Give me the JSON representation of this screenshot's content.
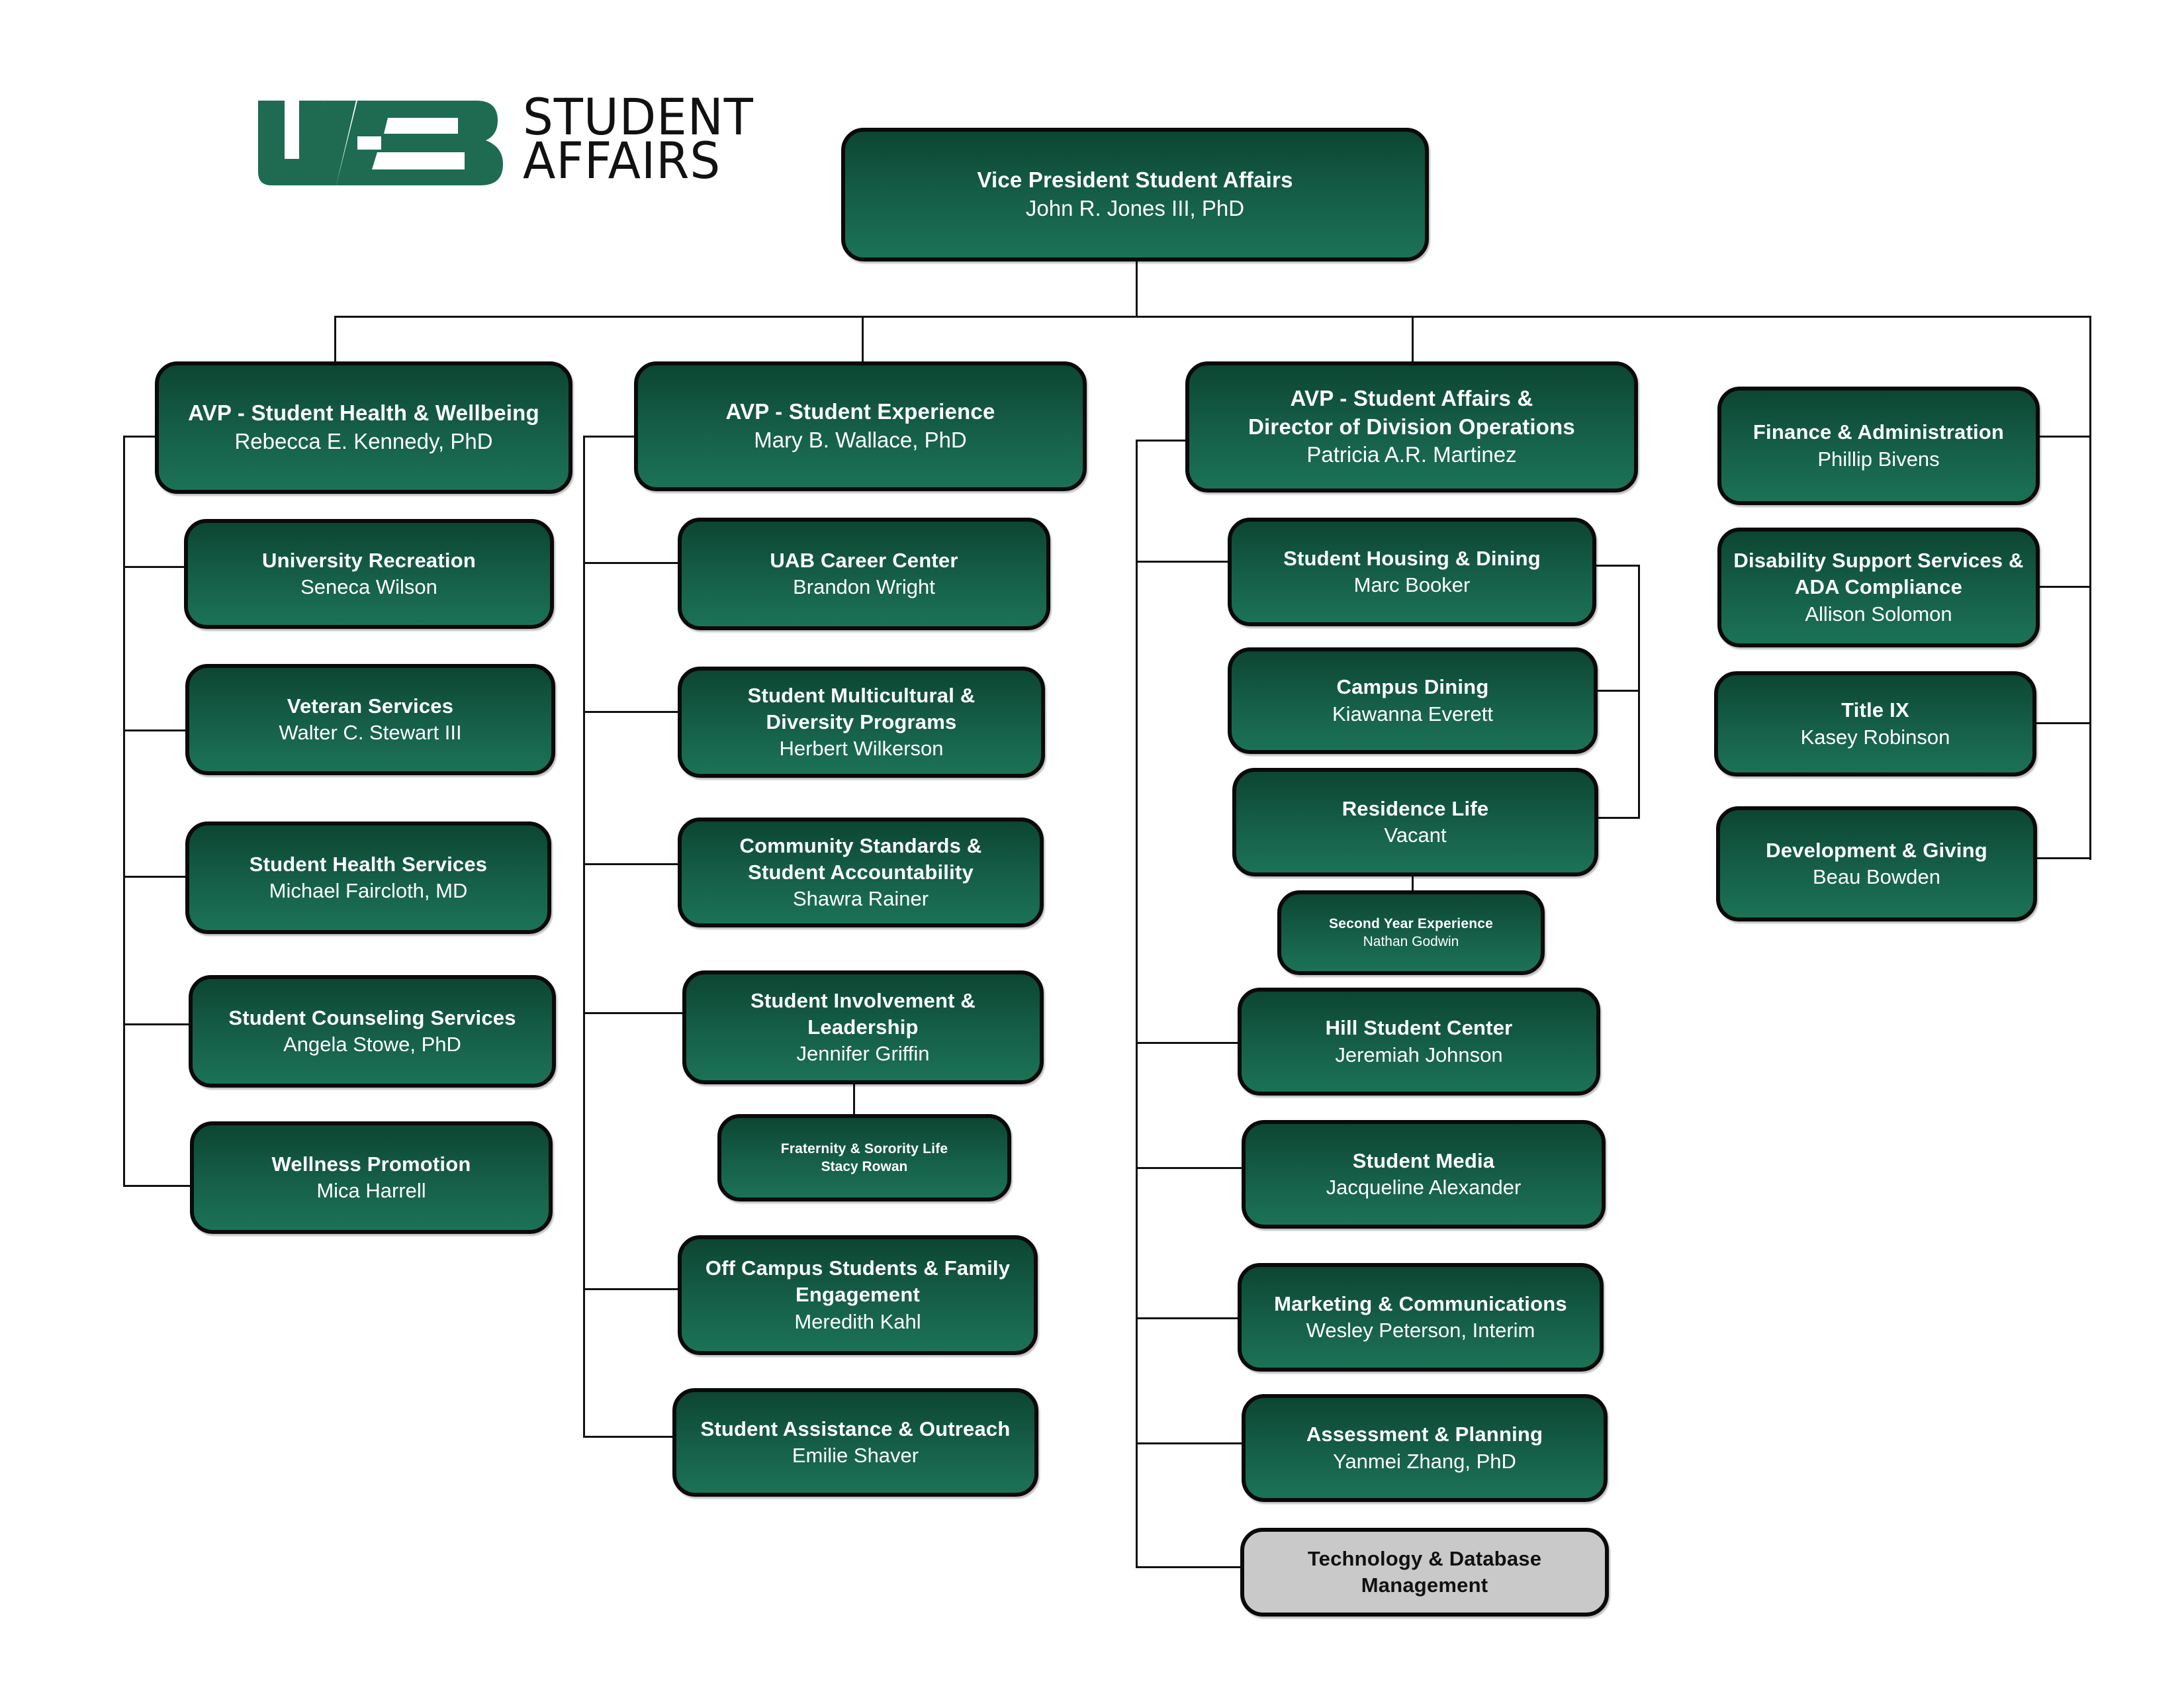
{
  "logo": {
    "mark_text": "UAB",
    "word_line1": "STUDENT",
    "word_line2": "AFFAIRS",
    "brand_color": "#1e6b52"
  },
  "colors": {
    "box_gradient_top": "#0c4632",
    "box_gradient_bottom": "#1b7256",
    "box_border": "#0a0a0a",
    "grey_box": "#c9c9c9",
    "connector": "#111111"
  },
  "vp": {
    "title": "Vice President Student Affairs",
    "name": "John R. Jones III, PhD"
  },
  "columns": [
    {
      "head": {
        "title": "AVP - Student Health & Wellbeing",
        "name": "Rebecca E. Kennedy, PhD"
      },
      "units": [
        {
          "title": "University Recreation",
          "name": "Seneca Wilson"
        },
        {
          "title": "Veteran Services",
          "name": "Walter C. Stewart III"
        },
        {
          "title": "Student Health Services",
          "name": "Michael Faircloth, MD"
        },
        {
          "title": "Student Counseling Services",
          "name": "Angela Stowe, PhD"
        },
        {
          "title": "Wellness Promotion",
          "name": "Mica Harrell"
        }
      ]
    },
    {
      "head": {
        "title": "AVP - Student Experience",
        "name": "Mary B. Wallace, PhD"
      },
      "units": [
        {
          "title": "UAB Career Center",
          "name": "Brandon Wright"
        },
        {
          "title": "Student Multicultural & Diversity Programs",
          "name": "Herbert Wilkerson"
        },
        {
          "title": "Community Standards & Student Accountability",
          "name": "Shawra Rainer"
        },
        {
          "title": "Student Involvement & Leadership",
          "name": "Jennifer Griffin"
        },
        {
          "title": "Fraternity & Sorority Life",
          "name": "Stacy Rowan"
        },
        {
          "title": "Off Campus Students & Family Engagement",
          "name": "Meredith Kahl"
        },
        {
          "title": "Student Assistance & Outreach",
          "name": "Emilie Shaver"
        }
      ]
    },
    {
      "head": {
        "title_line1": "AVP - Student Affairs &",
        "title_line2": "Director of Division Operations",
        "name": "Patricia A.R. Martinez"
      },
      "units": [
        {
          "title": "Student Housing & Dining",
          "name": "Marc Booker"
        },
        {
          "title": "Campus Dining",
          "name": "Kiawanna Everett"
        },
        {
          "title": "Residence Life",
          "name": "Vacant"
        },
        {
          "title": "Second Year Experience",
          "name": "Nathan Godwin"
        },
        {
          "title": "Hill Student Center",
          "name": "Jeremiah Johnson"
        },
        {
          "title": "Student Media",
          "name": "Jacqueline Alexander"
        },
        {
          "title": "Marketing & Communications",
          "name": "Wesley Peterson, Interim"
        },
        {
          "title": "Assessment & Planning",
          "name": "Yanmei Zhang, PhD"
        },
        {
          "title": "Technology & Database Management",
          "name": ""
        }
      ]
    },
    {
      "units": [
        {
          "title": "Finance & Administration",
          "name": "Phillip Bivens"
        },
        {
          "title": "Disability Support Services & ADA Compliance",
          "name": "Allison Solomon"
        },
        {
          "title": "Title IX",
          "name": "Kasey Robinson"
        },
        {
          "title": "Development & Giving",
          "name": "Beau Bowden"
        }
      ]
    }
  ]
}
